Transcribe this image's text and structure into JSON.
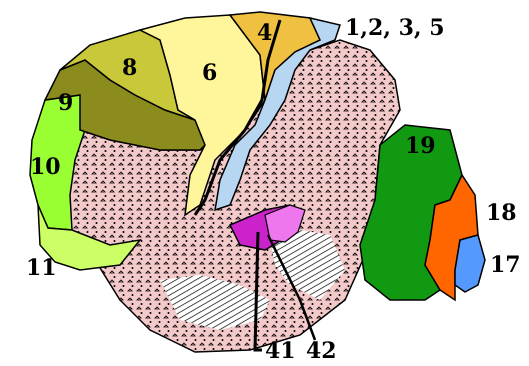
{
  "areas": [
    {
      "id": "4",
      "label": "4",
      "color": "#f0c040"
    },
    {
      "id": "6",
      "label": "6",
      "color": "#fff59a"
    },
    {
      "id": "8",
      "label": "8",
      "color": "#c8c83a"
    },
    {
      "id": "9",
      "label": "9",
      "color": "#8c8c1e"
    },
    {
      "id": "10",
      "label": "10",
      "color": "#99ff33"
    },
    {
      "id": "11",
      "label": "11",
      "color": "#ccff66"
    },
    {
      "id": "somatosensory",
      "label": "1,2, 3, 5",
      "color": "#b6d6f2"
    },
    {
      "id": "19",
      "label": "19",
      "color": "#119911"
    },
    {
      "id": "18",
      "label": "18",
      "color": "#ff6600"
    },
    {
      "id": "17",
      "label": "17",
      "color": "#5599ff"
    },
    {
      "id": "41",
      "label": "41",
      "color": "#cc22cc"
    },
    {
      "id": "42",
      "label": "42",
      "color": "#ee77ee"
    }
  ],
  "colors": {
    "association_cortex": "#f3c9c9",
    "outline": "#000000",
    "background": "#ffffff"
  }
}
